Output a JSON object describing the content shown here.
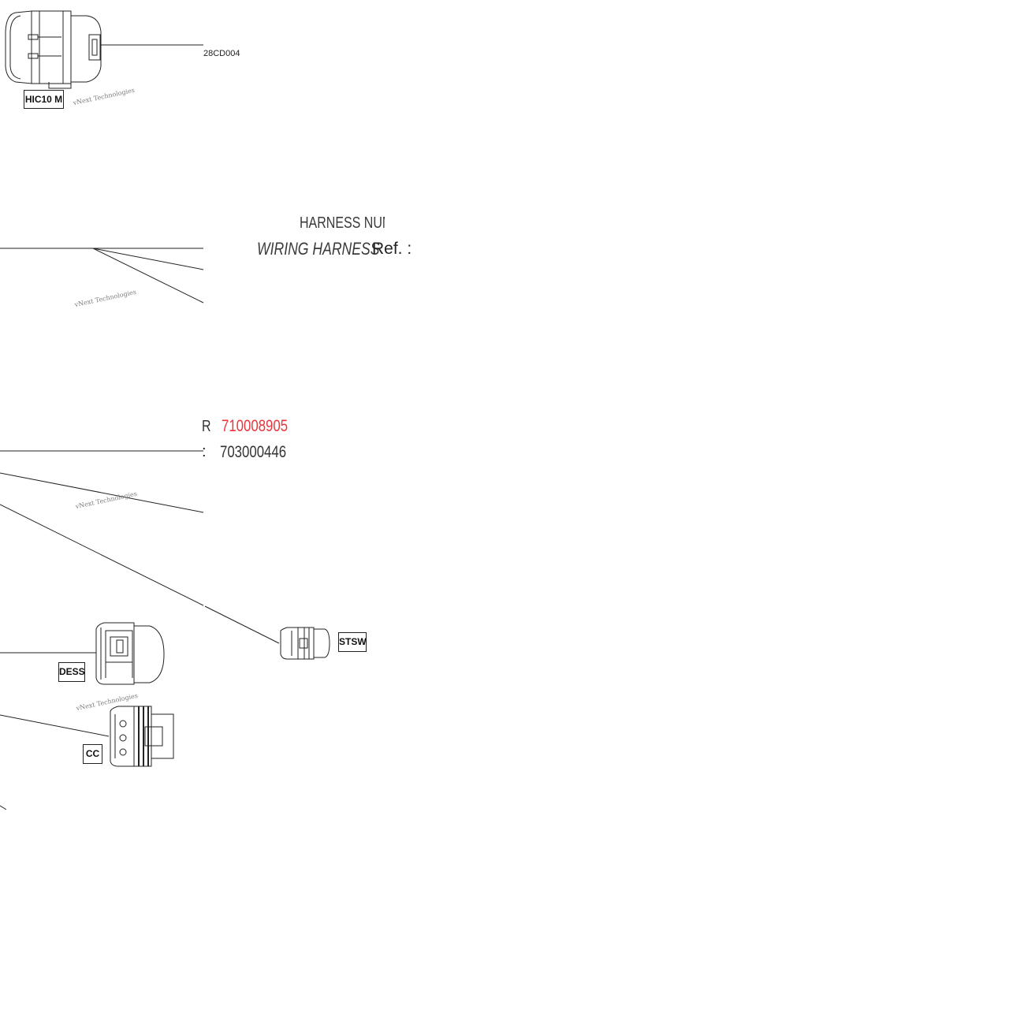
{
  "header": {
    "harness_number_label": "HARNESS NUMBEI",
    "wiring_harness_label": "WIRING HARNESS",
    "ref_label": "Ref. :",
    "harness_number_suffix": "R",
    "harness_number_value": "710008905",
    "ref_colon": ":",
    "ref_value": "703000446"
  },
  "connectors": {
    "hic10m": {
      "label": "HIC10  M",
      "part_number": "28CD004"
    },
    "dess": {
      "label": "DESS"
    },
    "stsw": {
      "label": "STSW"
    },
    "cc": {
      "label": "CC"
    }
  },
  "watermark": {
    "text": "vNext Technologies"
  },
  "colors": {
    "accent_red": "#e8363c",
    "line": "#222222",
    "watermark": "#7d7d7d"
  }
}
